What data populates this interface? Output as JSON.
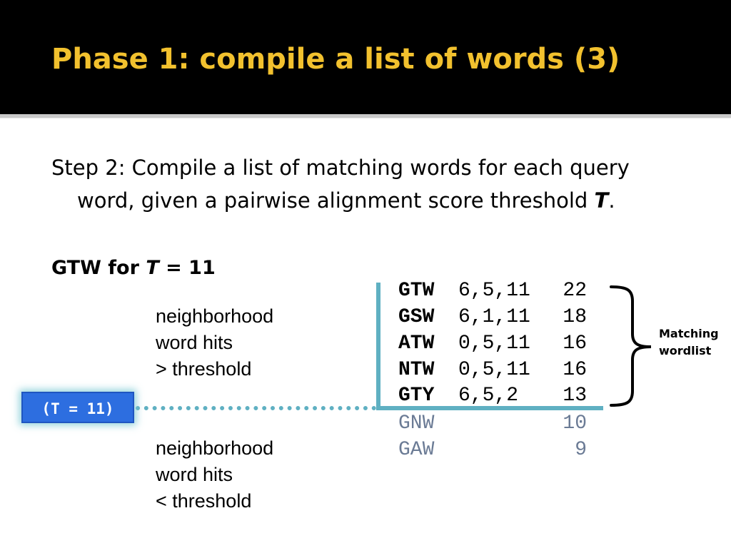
{
  "slide": {
    "title": "Phase 1: compile a list of words (3)",
    "step_line1": "Step 2: Compile a list of matching words for each query",
    "step_line2_prefix": "word, given a pairwise alignment score threshold ",
    "step_line2_var": "T",
    "step_line2_suffix": ".",
    "heading_prefix": "GTW for ",
    "heading_var": "T",
    "heading_suffix": " = 11"
  },
  "labels": {
    "above": [
      "neighborhood",
      "word hits",
      "> threshold"
    ],
    "below": [
      "neighborhood",
      "word hits",
      "< threshold"
    ],
    "threshold_badge": "(T = 11)",
    "bracket_label": [
      "Matching",
      "wordlist"
    ]
  },
  "words_above": [
    {
      "word": "GTW",
      "positions": "6,5,11",
      "score": "22"
    },
    {
      "word": "GSW",
      "positions": "6,1,11",
      "score": "18"
    },
    {
      "word": "ATW",
      "positions": "0,5,11",
      "score": "16"
    },
    {
      "word": "NTW",
      "positions": "0,5,11",
      "score": "16"
    },
    {
      "word": "GTY",
      "positions": "6,5,2",
      "score": "13"
    }
  ],
  "words_below": [
    {
      "word": "GNW",
      "positions": "",
      "score": "10"
    },
    {
      "word": "GAW",
      "positions": "",
      "score": "9"
    }
  ],
  "colors": {
    "title": "#f2c12e",
    "title_bar": "#000000",
    "axis": "#5fb0c2",
    "badge": "#2d6ee0",
    "below_text": "#6b7b95"
  }
}
